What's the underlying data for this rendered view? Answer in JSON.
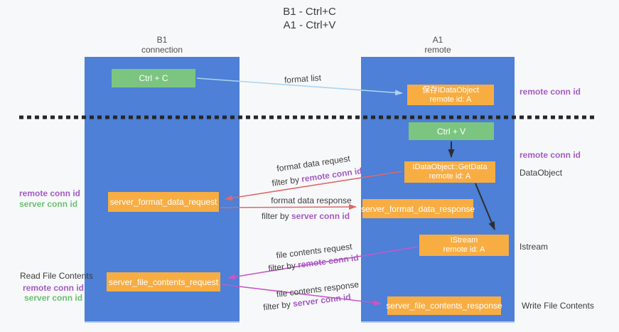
{
  "title": {
    "line1": "B1 - Ctrl+C",
    "line2": "A1 - Ctrl+V"
  },
  "lanes": {
    "left": {
      "name": "B1",
      "role": "connection"
    },
    "right": {
      "name": "A1",
      "role": "remote"
    }
  },
  "nodes": {
    "ctrl_c": {
      "label": "Ctrl + C"
    },
    "save_dataobject": {
      "line1": "保存IDataObject",
      "line2": "remote id: A"
    },
    "ctrl_v": {
      "label": "Ctrl + V"
    },
    "getdata": {
      "line1": "IDataObject::GetData",
      "line2": "remote id: A"
    },
    "format_request": {
      "label": "server_format_data_request"
    },
    "format_response": {
      "label": "server_format_data_response"
    },
    "istream": {
      "line1": "IStream",
      "line2": "remote id: A"
    },
    "file_request": {
      "label": "server_file_contents_request"
    },
    "file_response": {
      "label": "server_file_contents_response"
    }
  },
  "flows": {
    "format_list": {
      "label": "format list"
    },
    "format_data_request": {
      "label": "format data request",
      "filter_prefix": "filter by ",
      "filter_key": "remote conn id"
    },
    "format_data_response": {
      "label": "format data response",
      "filter_prefix": "filter by ",
      "filter_key": "server conn id"
    },
    "file_contents_request": {
      "label": "file contents request",
      "filter_prefix": "filter by ",
      "filter_key": "remote conn id"
    },
    "file_contents_response": {
      "label": "file contents response",
      "filter_prefix": "filter by ",
      "filter_key": "server conn id"
    }
  },
  "side_labels": {
    "right_remote_conn_top": "remote conn id",
    "right_remote_conn_mid": "remote conn id",
    "dataobject": "DataObject",
    "istream": "Istream",
    "write_file_contents": "Write File Contents",
    "left_remote_conn_top": "remote conn id",
    "left_server_conn_top": "server conn id",
    "read_file_contents": "Read File Contents",
    "left_remote_conn_bottom": "remote conn id",
    "left_server_conn_bottom": "server conn id"
  },
  "colors": {
    "lane_blue": "#4d80d6",
    "node_green": "#7cc580",
    "node_orange": "#f8ad43",
    "arrow_lightblue": "#abd3f2",
    "arrow_red": "#e0676a",
    "arrow_magenta": "#c757c7",
    "arrow_black": "#2e2e2e",
    "label_purple": "#a35bc4",
    "label_green": "#6cbf73",
    "text_dark": "#3b3b3b",
    "background": "#f7f8f9"
  }
}
